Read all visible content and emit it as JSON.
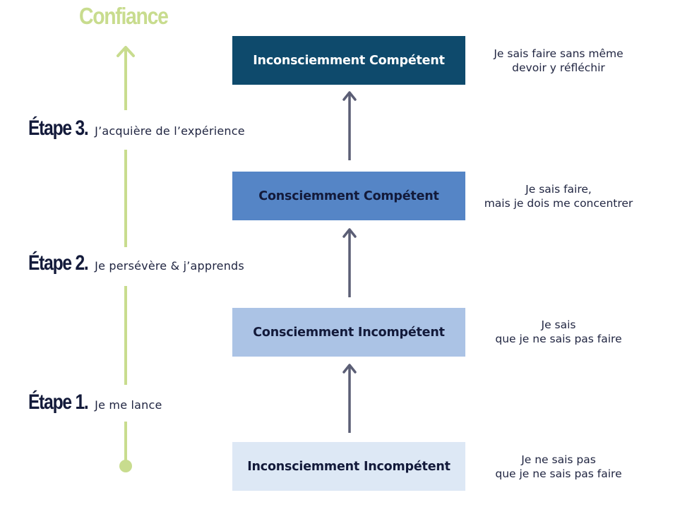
{
  "confidence": {
    "title": "Confiance",
    "color": "#c8dc8e"
  },
  "steps": [
    {
      "title": "Étape 3.",
      "desc": "J’acquière de l’expérience"
    },
    {
      "title": "Étape 2.",
      "desc": "Je persévère & j’apprends"
    },
    {
      "title": "Étape 1.",
      "desc": "Je me lance"
    }
  ],
  "levels": [
    {
      "label": "Inconsciemment Compétent",
      "color": "#0e4a6c",
      "note": [
        "Je sais faire sans même",
        "devoir y réfléchir"
      ]
    },
    {
      "label": "Consciemment Compétent",
      "color": "#5585c6",
      "note": [
        "Je sais faire,",
        "mais je dois me concentrer"
      ]
    },
    {
      "label": "Consciemment Incompétent",
      "color": "#abc3e5",
      "note": [
        "Je sais",
        "que je ne sais pas faire"
      ]
    },
    {
      "label": "Inconsciemment Incompétent",
      "color": "#dde8f5",
      "note": [
        "Je ne sais pas",
        "que je ne sais pas faire"
      ]
    }
  ],
  "arrow_color": "#5b5e75"
}
